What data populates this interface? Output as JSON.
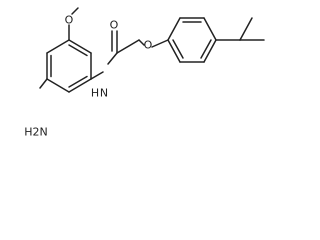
{
  "molecule": {
    "atom_labels": {
      "methoxy_oxygen": "O",
      "amide_oxygen": "O",
      "amide_nitrogen": "N",
      "amide_hydrogen": "H",
      "ether_oxygen": "O",
      "amino_group": "H2N"
    }
  }
}
